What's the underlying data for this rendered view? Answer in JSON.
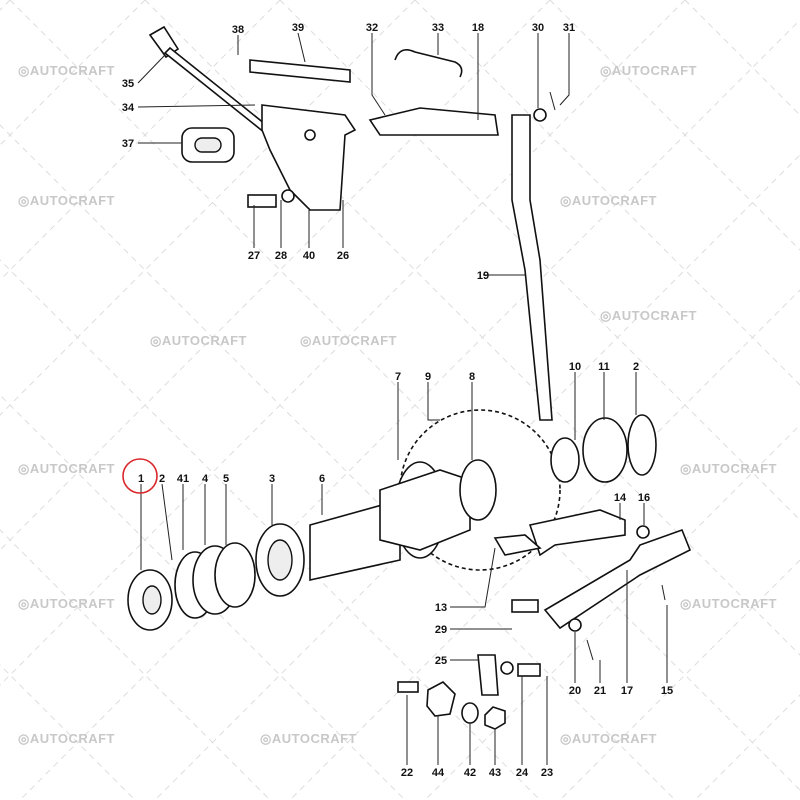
{
  "watermark": "AUTOCRAFT",
  "highlight_color": "#d9262b",
  "highlighted_part": "1",
  "labels": {
    "p38": "38",
    "p39": "39",
    "p32": "32",
    "p33": "33",
    "p18": "18",
    "p30": "30",
    "p31": "31",
    "p35": "35",
    "p34": "34",
    "p37": "37",
    "p27": "27",
    "p28": "28",
    "p40": "40",
    "p26": "26",
    "p19": "19",
    "p7": "7",
    "p9": "9",
    "p8": "8",
    "p10": "10",
    "p11": "11",
    "p2b": "2",
    "p1": "1",
    "p2": "2",
    "p41": "41",
    "p4": "4",
    "p5": "5",
    "p3": "3",
    "p6": "6",
    "p14": "14",
    "p16": "16",
    "p13": "13",
    "p29": "29",
    "p25": "25",
    "p20": "20",
    "p21": "21",
    "p17": "17",
    "p15": "15",
    "p22": "22",
    "p44": "44",
    "p42": "42",
    "p43": "43",
    "p24": "24",
    "p23": "23"
  }
}
